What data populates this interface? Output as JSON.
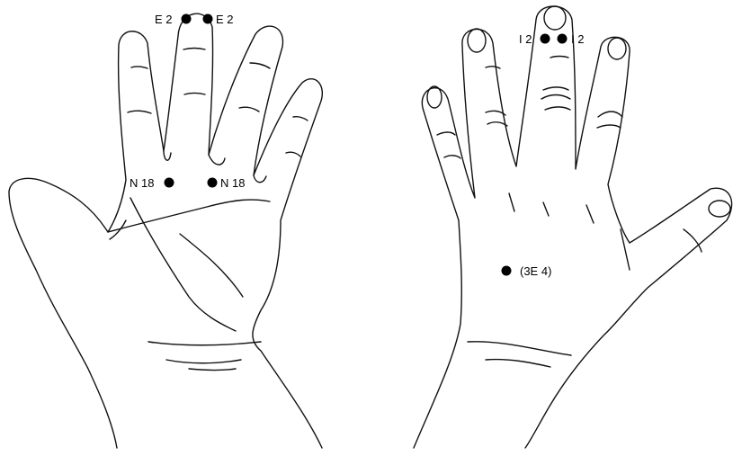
{
  "points": {
    "e2_left": "E 2",
    "e2_right": "E 2",
    "n18_left": "N 18",
    "n18_right": "N 18",
    "i2_left": "I 2",
    "i2_right": "I 2",
    "ze4": "(3E 4)"
  },
  "colors": {
    "ink": "#000000",
    "paper": "#ffffff"
  }
}
